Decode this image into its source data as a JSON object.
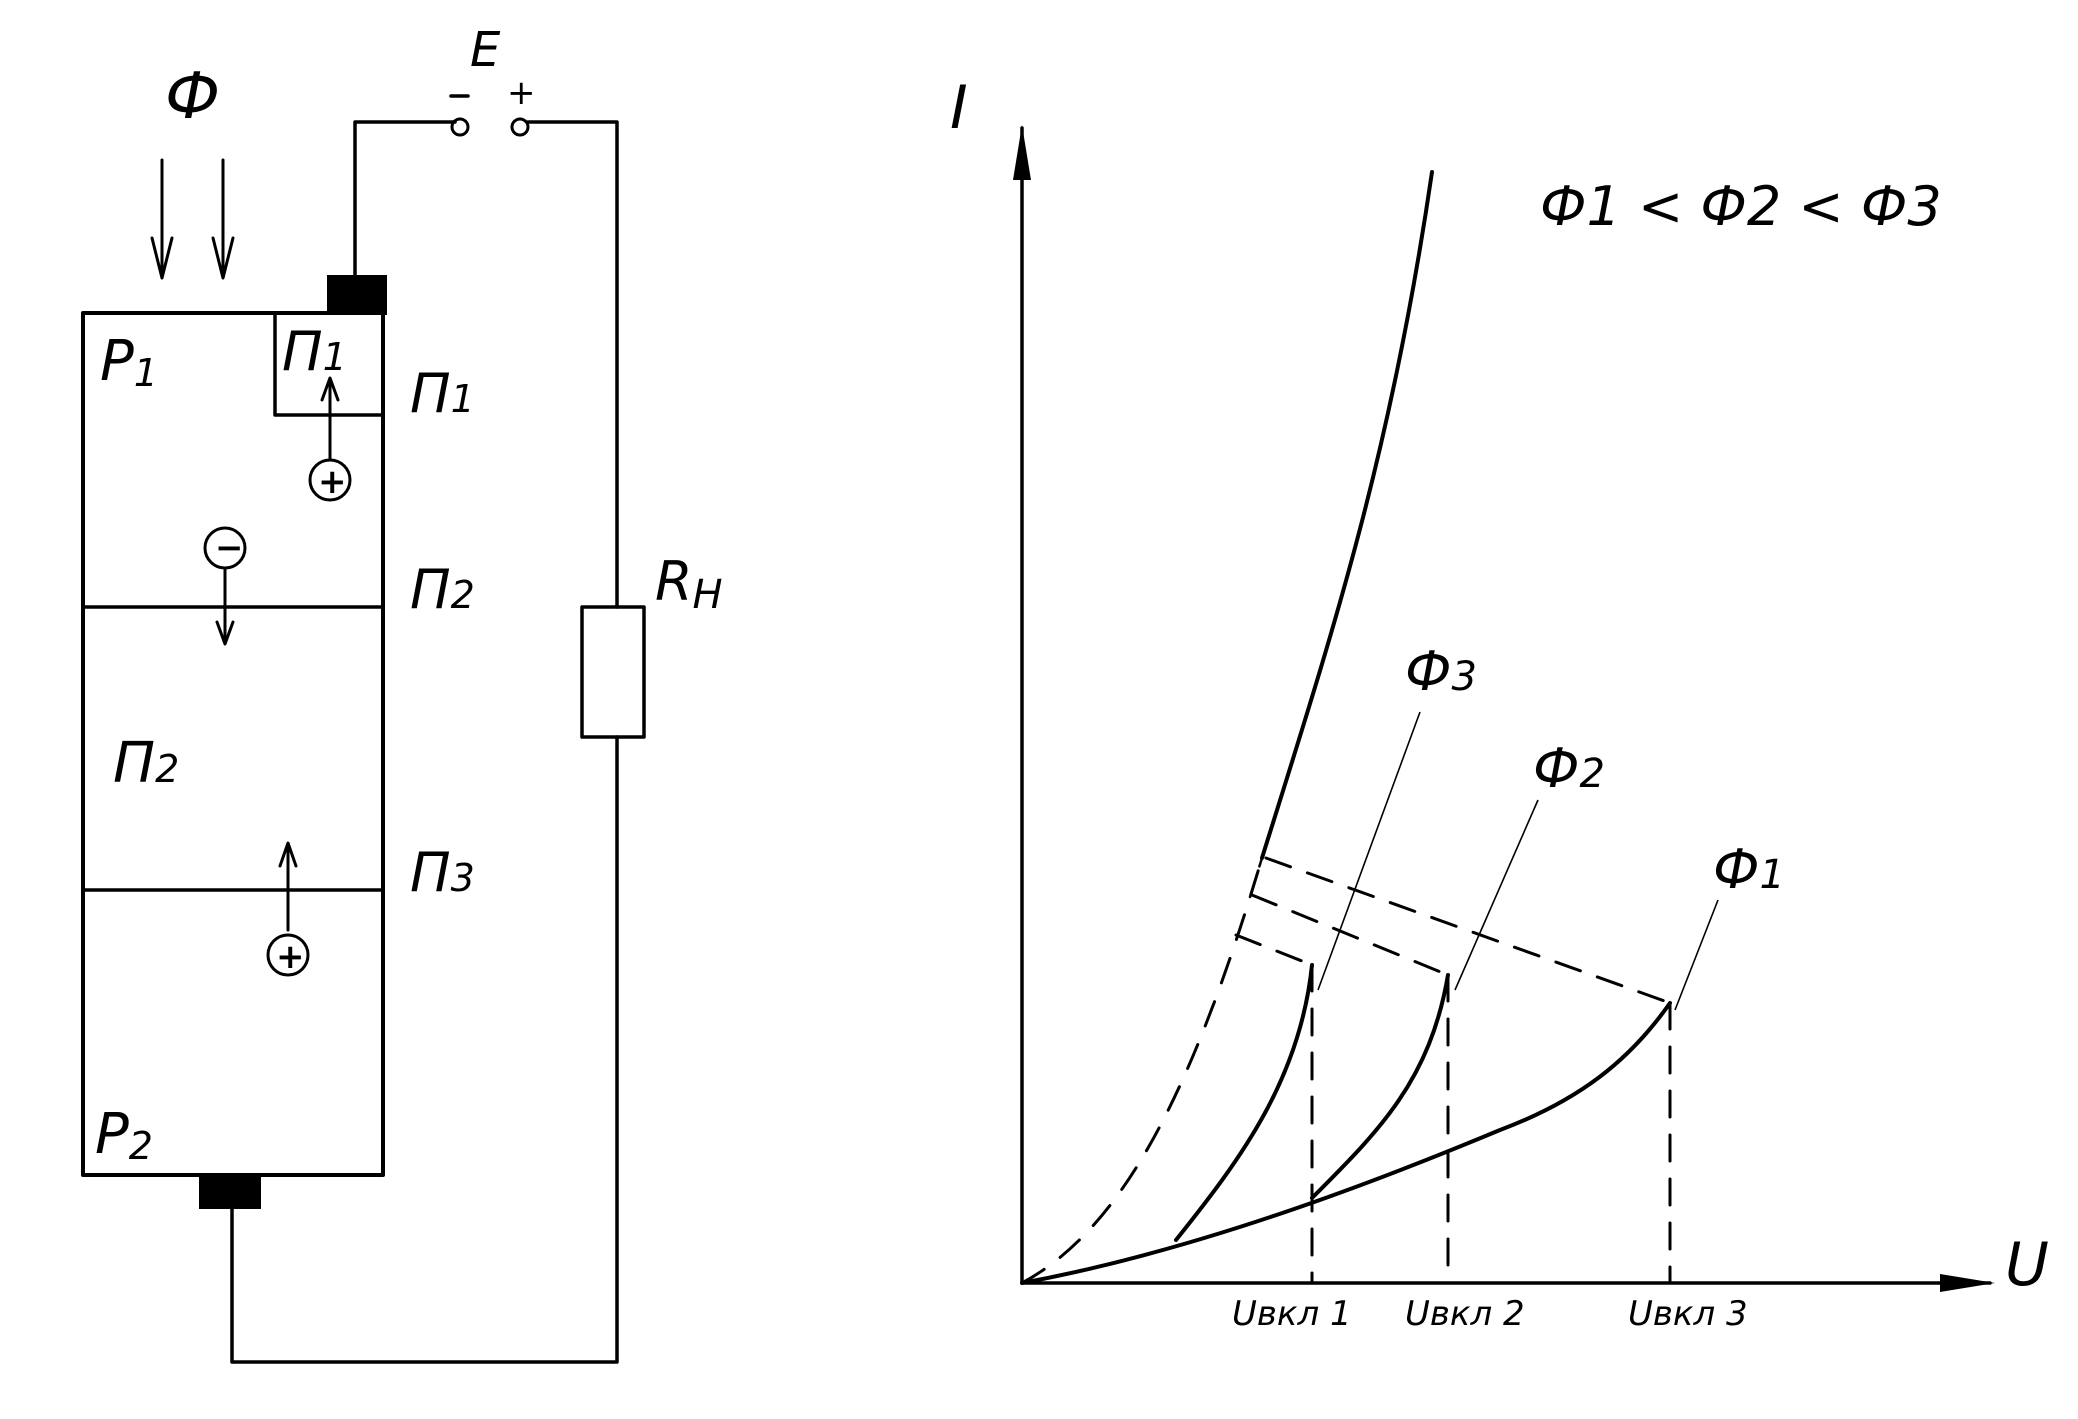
{
  "circuit": {
    "flux_label": "Ф",
    "source_label": "E",
    "minus_sign": "−",
    "plus_sign": "+",
    "load_label": "R",
    "load_subscript": "Н",
    "regions": {
      "p1": {
        "main": "P",
        "sub": "1"
      },
      "n1": {
        "main": "П",
        "sub": "1"
      },
      "n2": {
        "main": "П",
        "sub": "2"
      },
      "p2": {
        "main": "P",
        "sub": "2"
      }
    },
    "junctions": {
      "j1": {
        "main": "П",
        "sub": "1"
      },
      "j2": {
        "main": "П",
        "sub": "2"
      },
      "j3": {
        "main": "П",
        "sub": "3"
      }
    },
    "carriers": {
      "hole_top": "+",
      "electron": "−",
      "hole_bottom": "+"
    }
  },
  "graph": {
    "y_axis_label": "I",
    "x_axis_label": "U",
    "condition": "Ф1 < Ф2 < Ф3",
    "curve_labels": {
      "f3": {
        "main": "Ф",
        "sub": "3"
      },
      "f2": {
        "main": "Ф",
        "sub": "2"
      },
      "f1": {
        "main": "Ф",
        "sub": "1"
      }
    },
    "ticks": {
      "u1": "Uвкл 1",
      "u2": "Uвкл 2",
      "u3": "Uвкл 3"
    }
  }
}
